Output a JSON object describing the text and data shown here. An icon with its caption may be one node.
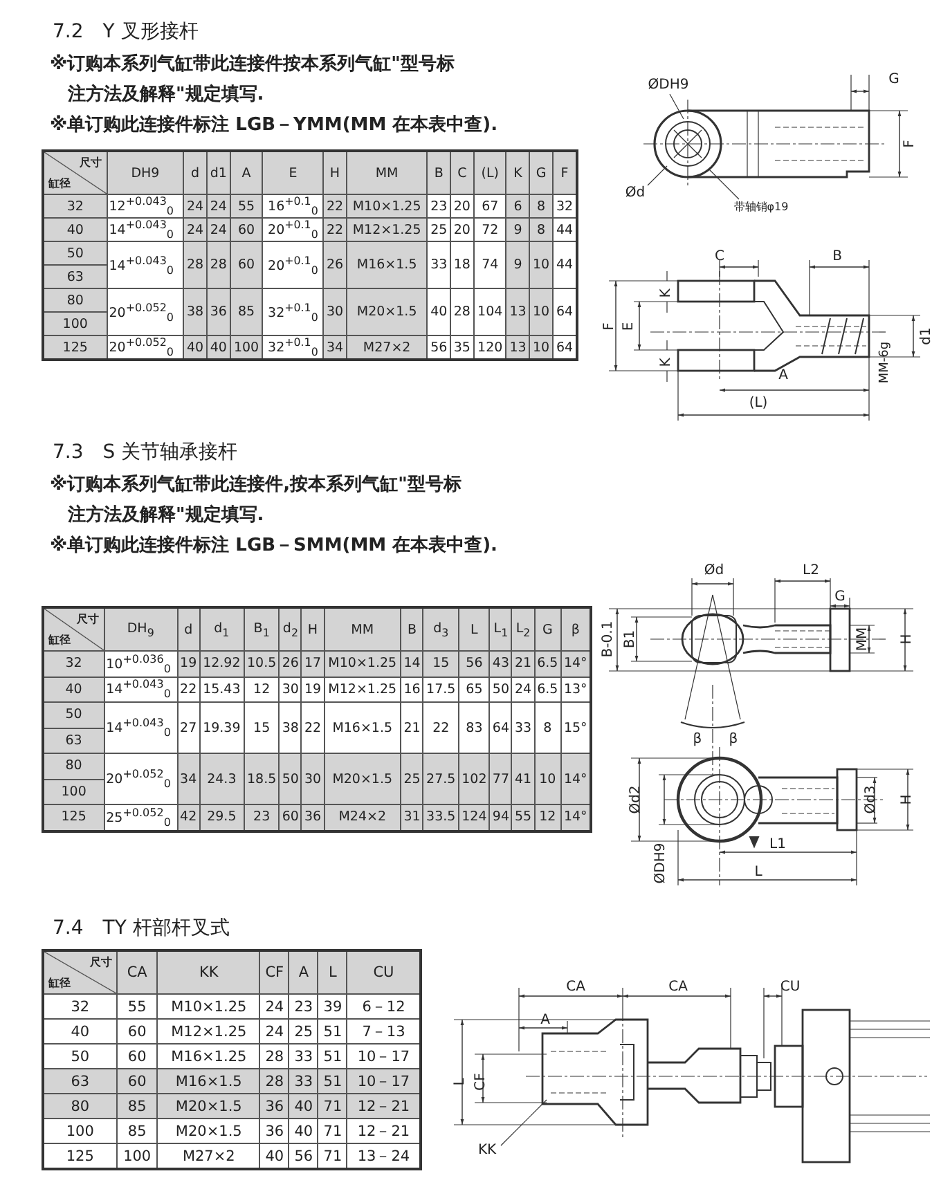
{
  "diagram": {
    "labels": [
      "7.2　Y 叉形接杆",
      "※订购本系列气缸带此连接件按本系列气缸\"型号标注方法及解释\"规定填写.",
      "※单订购此连接件标注 LGB－YMM(MM 在本表中查).",
      "尺寸",
      "缸径",
      "DH9",
      "d",
      "d1",
      "A",
      "E",
      "H",
      "MM",
      "B",
      "C",
      "(L)",
      "K",
      "G",
      "F",
      "32",
      "12$^{+0.043}$$_{0}$",
      "24",
      "24",
      "55",
      "16$^{+0.1}$$_{0}$",
      "22",
      "M10×1.25",
      "23",
      "20",
      "67",
      "6",
      "8",
      "32",
      "40",
      "14$^{+0.043}$$_{0}$",
      "24",
      "24",
      "60",
      "20$^{+0.1}$$_{0}$",
      "22",
      "M12×1.25",
      "25",
      "20",
      "72",
      "9",
      "8",
      "44",
      "50",
      "63",
      "14$^{+0.043}$$_{0}$",
      "28",
      "28",
      "60",
      "20$^{+0.1}$$_{0}$",
      "26",
      "M16×1.5",
      "33",
      "18",
      "74",
      "9",
      "10",
      "44",
      "80",
      "100",
      "20$^{+0.052}$$_{0}$",
      "38",
      "36",
      "85",
      "32$^{+0.1}$$_{0}$",
      "30",
      "M20×1.5",
      "40",
      "28",
      "104",
      "13",
      "10",
      "64",
      "125",
      "20$^{+0.052}$$_{0}$",
      "40",
      "40",
      "100",
      "32$^{+0.1}$$_{0}$",
      "34",
      "M27×2",
      "56",
      "35",
      "120",
      "13",
      "10",
      "64",
      "ØDH9",
      "G",
      "F",
      "Ød",
      "带轴销φ19",
      "C",
      "B",
      "K",
      "F",
      "E",
      "K",
      "d1",
      "MM-6g",
      "A",
      "(L)",
      "7.3　S 关节轴承接杆",
      "※订购本系列气缸带此连接件,按本系列气缸\"型号标注方法及解释\"规定填写.",
      "※单订购此连接件标注 LGB－SMM(MM 在本表中查).",
      "尺寸",
      "缸径",
      "DH$_{9}$",
      "d",
      "d$_{1}$",
      "B$_{1}$",
      "d$_{2}$",
      "H",
      "MM",
      "B",
      "d$_{3}$",
      "L",
      "L$_{1}$",
      "L$_{2}$",
      "G",
      "β",
      "32",
      "10$^{+0.036}$$_{0}$",
      "19",
      "12.92",
      "10.5",
      "26",
      "17",
      "M10×1.25",
      "14",
      "15",
      "56",
      "43",
      "21",
      "6.5",
      "14°",
      "40",
      "14$^{+0.043}$$_{0}$",
      "22",
      "15.43",
      "12",
      "30",
      "19",
      "M12×1.25",
      "16",
      "17.5",
      "65",
      "50",
      "24",
      "6.5",
      "13°",
      "50",
      "63",
      "14$^{+0.043}$$_{0}$",
      "27",
      "19.39",
      "15",
      "38",
      "22",
      "M16×1.5",
      "21",
      "22",
      "83",
      "64",
      "33",
      "8",
      "15°",
      "80",
      "100",
      "20$^{+0.052}$$_{0}$",
      "34",
      "24.3",
      "18.5",
      "50",
      "30",
      "M20×1.5",
      "25",
      "27.5",
      "102",
      "77",
      "41",
      "10",
      "14°",
      "125",
      "25$^{+0.052}$$_{0}$",
      "42",
      "29.5",
      "23",
      "60",
      "36",
      "M24×2",
      "31",
      "33.5",
      "124",
      "94",
      "55",
      "12",
      "14°",
      "Ød",
      "L2",
      "G",
      "B-0.1",
      "B1",
      "MM",
      "H",
      "β",
      "β",
      "Ød2",
      "Ød3",
      "H",
      "ØDH9",
      "L1",
      "L",
      "7.4　TY 杆部杆叉式",
      "尺寸",
      "缸径",
      "CA",
      "KK",
      "CF",
      "A",
      "L",
      "CU",
      "32",
      "55",
      "M10×1.25",
      "24",
      "23",
      "39",
      "6－12",
      "40",
      "60",
      "M12×1.25",
      "24",
      "25",
      "51",
      "7－13",
      "50",
      "60",
      "M16×1.25",
      "28",
      "33",
      "51",
      "10－17",
      "63",
      "60",
      "M16×1.5",
      "28",
      "33",
      "51",
      "10－17",
      "80",
      "85",
      "M20×1.5",
      "36",
      "40",
      "71",
      "12－21",
      "100",
      "85",
      "M20×1.5",
      "36",
      "40",
      "71",
      "12－21",
      "125",
      "100",
      "M27×2",
      "40",
      "56",
      "71",
      "13－24",
      "CA",
      "CA",
      "CU",
      "A",
      "L",
      "CF",
      "KK"
    ]
  }
}
